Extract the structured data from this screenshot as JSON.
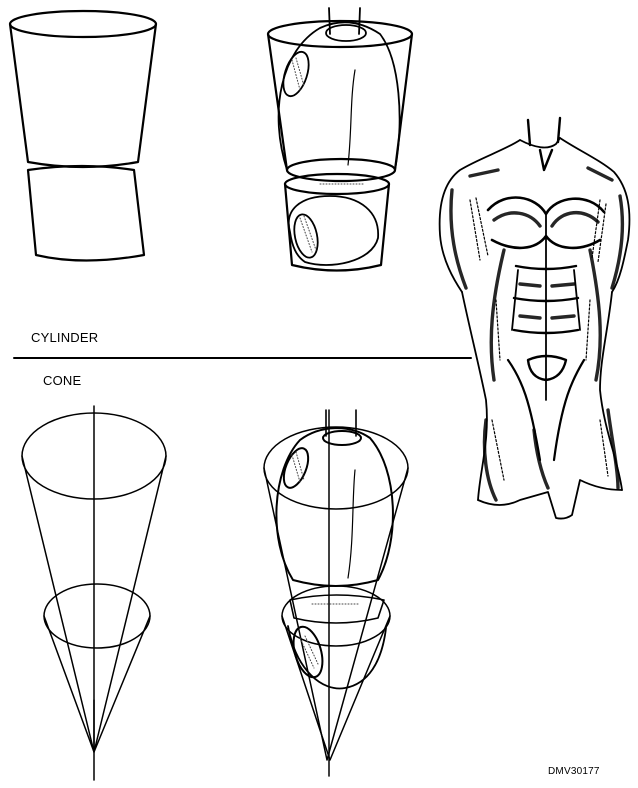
{
  "labels": {
    "cylinder": "CYLINDER",
    "cone": "CONE",
    "figure_id": "DMV30177"
  }
}
